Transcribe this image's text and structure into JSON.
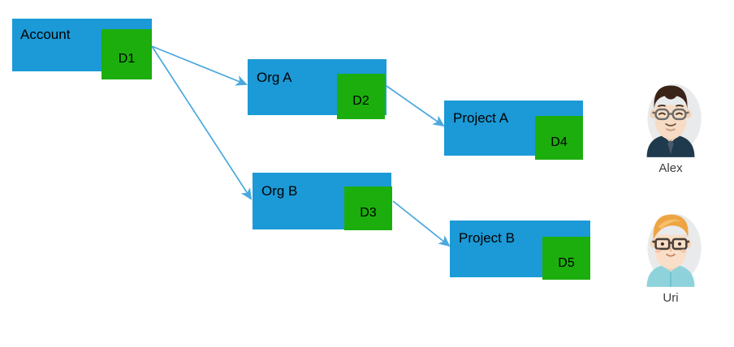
{
  "diagram": {
    "background_color": "#ffffff",
    "node_color": "#1b9ad7",
    "badge_color": "#1cae0d",
    "arrow_color": "#4aa8dd",
    "label_color": "#000000",
    "nodes": [
      {
        "id": "account",
        "label": "Account",
        "badge": "D1"
      },
      {
        "id": "org-a",
        "label": "Org A",
        "badge": "D2"
      },
      {
        "id": "org-b",
        "label": "Org B",
        "badge": "D3"
      },
      {
        "id": "project-a",
        "label": "Project A",
        "badge": "D4"
      },
      {
        "id": "project-b",
        "label": "Project B",
        "badge": "D5"
      }
    ],
    "edges": [
      {
        "from": "account",
        "to": "org-a"
      },
      {
        "from": "account",
        "to": "org-b"
      },
      {
        "from": "org-a",
        "to": "project-a"
      },
      {
        "from": "org-b",
        "to": "project-b"
      }
    ],
    "people": [
      {
        "id": "alex",
        "name": "Alex",
        "hair_color": "#3a2317",
        "clothing_color": "#1f3a4d",
        "skin_color": "#f6dcc4"
      },
      {
        "id": "uri",
        "name": "Uri",
        "hair_color": "#eda544",
        "clothing_color": "#8ed3dc",
        "skin_color": "#fadfc8"
      }
    ]
  }
}
